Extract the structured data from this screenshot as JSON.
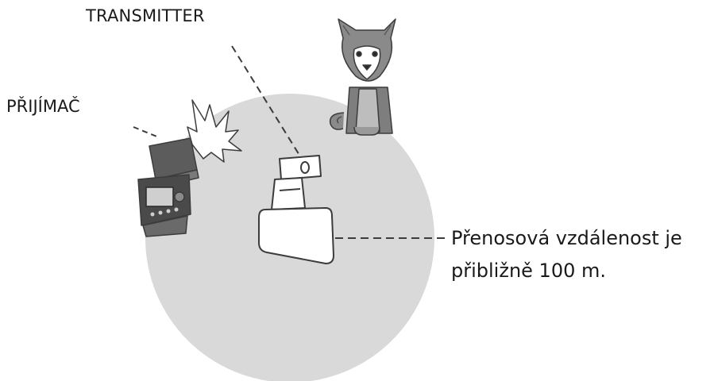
{
  "labels": {
    "transmitter": "TRANSMITTER",
    "receiver": "PŘIJÍMAČ",
    "range_line1": "Přenosová vzdálenost je",
    "range_line2": "přibližně 100 m."
  },
  "colors": {
    "range_area": "#d9d9d9",
    "outline": "#3c3c3c",
    "device_fill": "#ffffff",
    "dark_device": "#4a4a4a",
    "text": "#1a1a1a"
  },
  "icons": [
    "dog-icon",
    "receiver-flash-icon",
    "flash-burst-icon",
    "transmitter-icon"
  ]
}
